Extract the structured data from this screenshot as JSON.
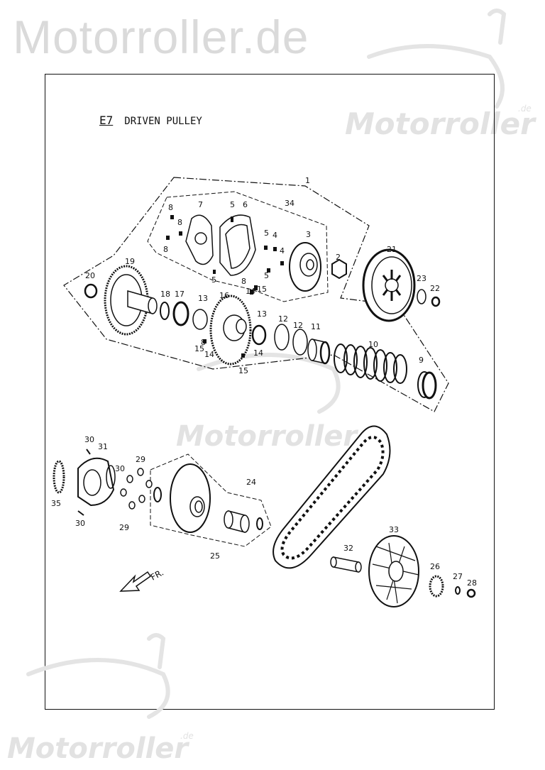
{
  "watermark": {
    "top_text": "Motorroller.de",
    "mid_text": "Motorroller",
    "mid_suffix": ".de",
    "bottom_text": "Motorroller",
    "bottom_suffix": ".de"
  },
  "section": {
    "code": "E7",
    "title": "DRIVEN PULLEY"
  },
  "direction_label": "FR.",
  "part_labels": {
    "p1": "1",
    "p2": "2",
    "p3": "3",
    "p4a": "4",
    "p4b": "4",
    "p5a": "5",
    "p5b": "5",
    "p5c": "5",
    "p5d": "5",
    "p6": "6",
    "p7": "7",
    "p8a": "8",
    "p8b": "8",
    "p8c": "8",
    "p8d": "8",
    "p8e": "8",
    "p9": "9",
    "p10": "10",
    "p11": "11",
    "p12a": "12",
    "p12b": "12",
    "p13a": "13",
    "p13b": "13",
    "p14a": "14",
    "p14b": "14",
    "p14c": "14",
    "p15a": "15",
    "p15b": "15",
    "p15c": "15",
    "p16": "16",
    "p17": "17",
    "p18": "18",
    "p19": "19",
    "p20": "20",
    "p21": "21",
    "p22": "22",
    "p23": "23",
    "p24": "24",
    "p25": "25",
    "p26": "26",
    "p27": "27",
    "p28": "28",
    "p29a": "29",
    "p29b": "29",
    "p30a": "30",
    "p30b": "30",
    "p30c": "30",
    "p31": "31",
    "p32": "32",
    "p33": "33",
    "p34": "34",
    "p35": "35"
  }
}
